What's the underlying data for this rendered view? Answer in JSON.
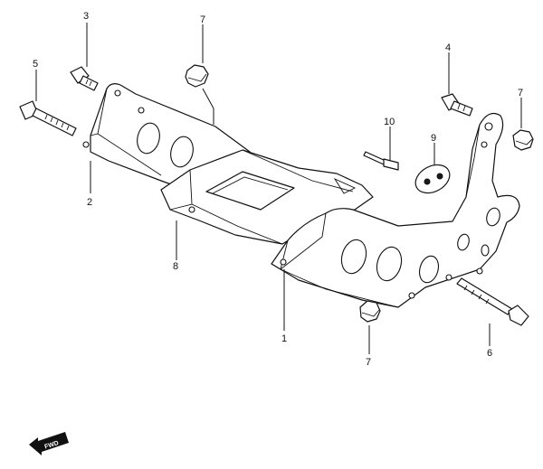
{
  "diagram": {
    "callouts": [
      {
        "id": "c1",
        "label": "1"
      },
      {
        "id": "c2",
        "label": "2"
      },
      {
        "id": "c3",
        "label": "3"
      },
      {
        "id": "c4",
        "label": "4"
      },
      {
        "id": "c5",
        "label": "5"
      },
      {
        "id": "c6",
        "label": "6"
      },
      {
        "id": "c7a",
        "label": "7"
      },
      {
        "id": "c7b",
        "label": "7"
      },
      {
        "id": "c7c",
        "label": "7"
      },
      {
        "id": "c8",
        "label": "8"
      },
      {
        "id": "c9",
        "label": "9"
      },
      {
        "id": "c10",
        "label": "10"
      }
    ],
    "fwd_label": "FWD"
  }
}
